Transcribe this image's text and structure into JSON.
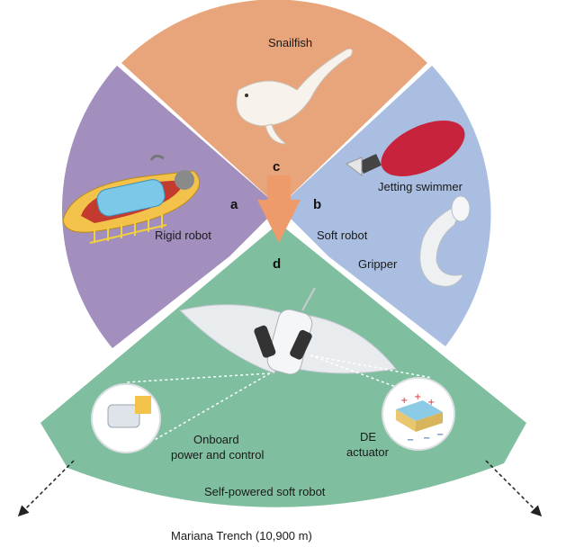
{
  "labels": {
    "snailfish": "Snailfish",
    "c": "c",
    "a": "a",
    "b": "b",
    "d": "d",
    "rigid_robot": "Rigid robot",
    "soft_robot": "Soft robot",
    "jetting_swimmer": "Jetting swimmer",
    "gripper": "Gripper",
    "onboard_line1": "Onboard",
    "onboard_line2": "power and control",
    "de_line1": "DE",
    "de_line2": "actuator",
    "self_powered": "Self-powered soft robot",
    "mariana": "Mariana Trench (10,900 m)"
  },
  "colors": {
    "top_sector": "#e8a57c",
    "left_sector": "#a28fbe",
    "right_sector": "#a9bee0",
    "bottom_sector": "#7fbf9f",
    "arrow": "#ef9a6a"
  }
}
